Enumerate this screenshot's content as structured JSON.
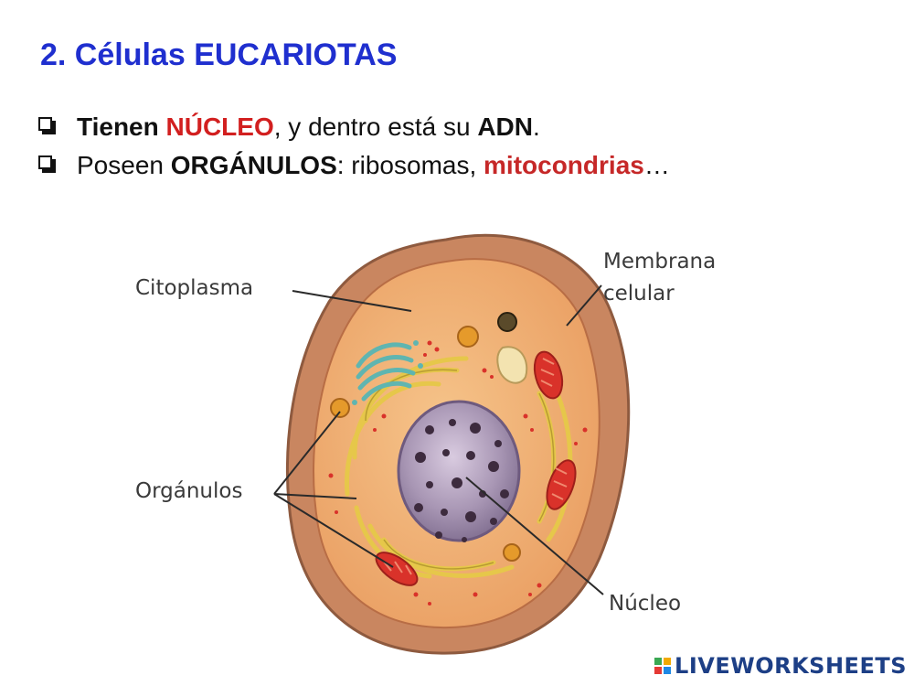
{
  "title": "2. Células EUCARIOTAS",
  "bullets": [
    {
      "parts": [
        {
          "text": "Tienen ",
          "style": "bold"
        },
        {
          "text": "NÚCLEO",
          "style": "red"
        },
        {
          "text": ", y dentro está su ",
          "style": "normal"
        },
        {
          "text": "ADN",
          "style": "bold"
        },
        {
          "text": ".",
          "style": "normal"
        }
      ]
    },
    {
      "parts": [
        {
          "text": "Poseen ",
          "style": "normal"
        },
        {
          "text": "ORGÁNULOS",
          "style": "bold"
        },
        {
          "text": ": ribosomas, ",
          "style": "normal"
        },
        {
          "text": "mitocondrias",
          "style": "darkred"
        },
        {
          "text": "…",
          "style": "normal"
        }
      ]
    }
  ],
  "diagram": {
    "labels": {
      "citoplasma": "Citoplasma",
      "membrana_line1": "Membrana",
      "membrana_line2": "celular",
      "organulos": "Orgánulos",
      "nucleo": "Núcleo"
    }
  },
  "brand": {
    "text": "LIVEWORKSHEETS",
    "logo_colors": [
      "#3aa853",
      "#f2a900",
      "#e53935",
      "#1e88e5"
    ]
  },
  "colors": {
    "title": "#1f2fcf",
    "highlight_red": "#d21f1f",
    "mitochondria": "#d9322a",
    "cytoplasm": "#f1b071",
    "membrane": "#c07a56",
    "nucleus": "#a896b4"
  }
}
